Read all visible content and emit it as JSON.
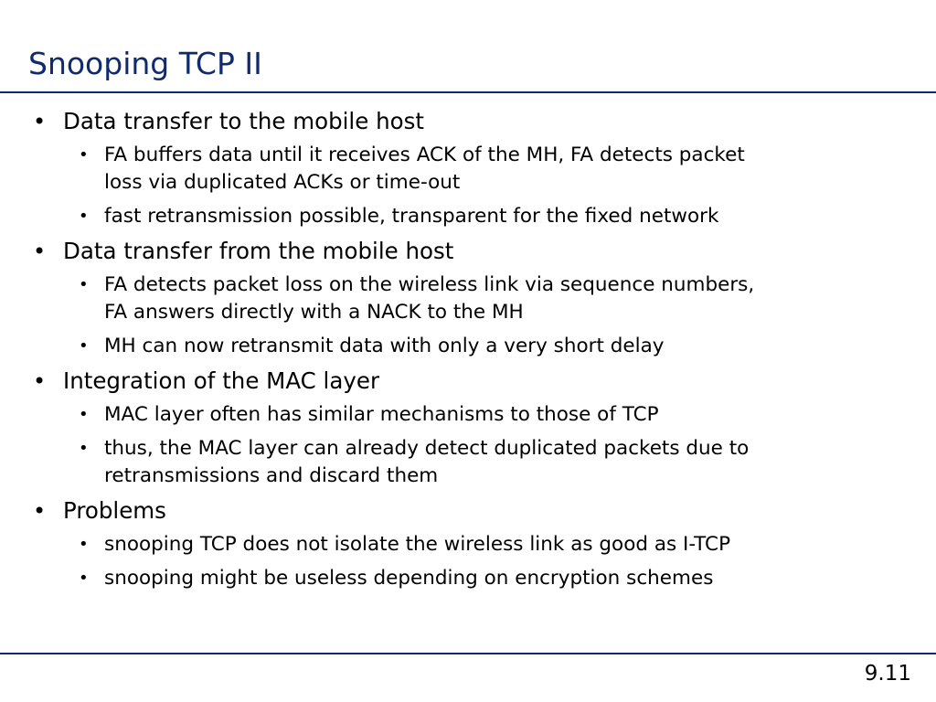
{
  "slide": {
    "title": "Snooping TCP II",
    "page_number": "9.11",
    "accent_color": "#102a6e",
    "bullet_glyph": "•",
    "sections": [
      {
        "heading": "Data transfer to the mobile host",
        "items": [
          {
            "lines": [
              "FA buffers data until it receives ACK of the MH, FA detects packet",
              "loss via duplicated ACKs or time-out"
            ]
          },
          {
            "lines": [
              "fast retransmission possible, transparent for the fixed network"
            ]
          }
        ]
      },
      {
        "heading": "Data transfer from the mobile host",
        "items": [
          {
            "lines": [
              "FA detects packet loss on the wireless link via sequence numbers,",
              "FA answers directly with a NACK to the MH"
            ]
          },
          {
            "lines": [
              "MH can now retransmit data with only a very short delay"
            ]
          }
        ]
      },
      {
        "heading": "Integration of the MAC layer",
        "items": [
          {
            "lines": [
              "MAC layer often has similar mechanisms to those of TCP"
            ]
          },
          {
            "lines": [
              "thus, the MAC layer can already detect duplicated packets due to",
              "retransmissions and discard them"
            ]
          }
        ]
      },
      {
        "heading": "Problems",
        "items": [
          {
            "lines": [
              "snooping TCP does not isolate the wireless link as good as I-TCP"
            ]
          },
          {
            "lines": [
              "snooping might be useless depending on encryption schemes"
            ]
          }
        ]
      }
    ]
  }
}
